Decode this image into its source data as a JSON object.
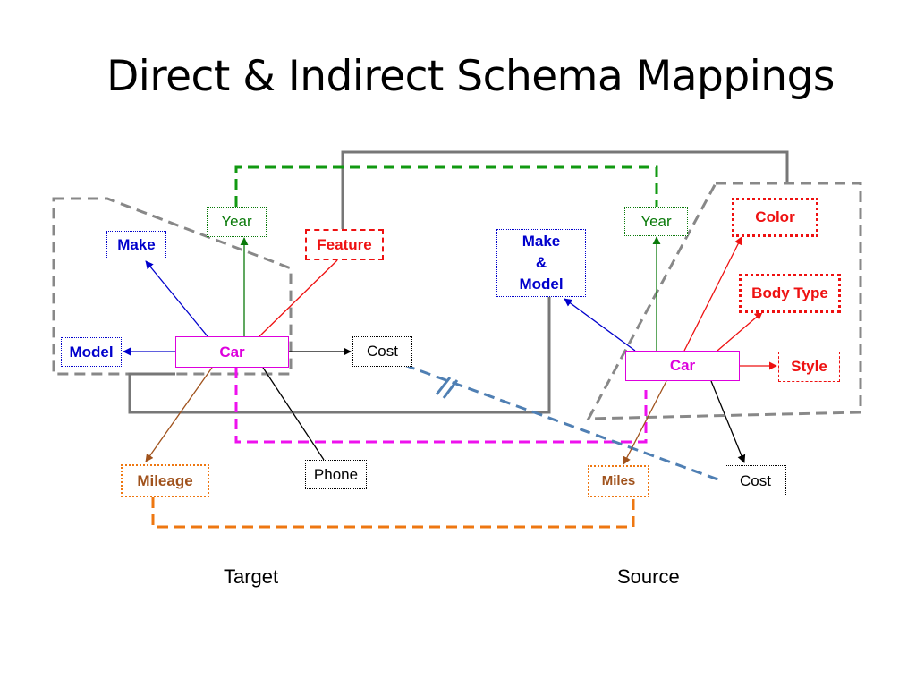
{
  "title": "Direct & Indirect Schema Mappings",
  "target": {
    "label": "Target",
    "nodes": {
      "car": "Car",
      "make": "Make",
      "model": "Model",
      "year": "Year",
      "feature": "Feature",
      "cost": "Cost",
      "phone": "Phone",
      "mileage": "Mileage"
    }
  },
  "source": {
    "label": "Source",
    "nodes": {
      "car": "Car",
      "make_model": "Make\n&\nModel",
      "year": "Year",
      "color": "Color",
      "body_type": "Body Type",
      "style": "Style",
      "cost": "Cost",
      "miles": "Miles"
    }
  },
  "colors": {
    "blue": "#0000cc",
    "green": "#0a7a0a",
    "red": "#ee1111",
    "magenta": "#dd00dd",
    "brown": "#a0521c",
    "orange": "#ee7711",
    "gray": "#888888",
    "dark_gray": "#777777",
    "steel_blue": "#4f7fb3"
  }
}
